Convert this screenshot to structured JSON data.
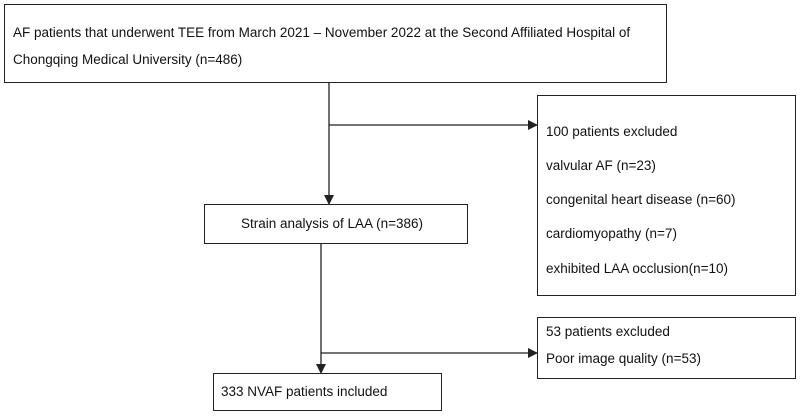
{
  "top_box": {
    "line1": "AF patients that underwent TEE from March 2021 – November 2022 at the Second Affiliated Hospital of",
    "line2": "Chongqing Medical University (n=486)"
  },
  "middle_box": {
    "text": "Strain analysis of LAA (n=386)"
  },
  "bottom_box": {
    "text": "333 NVAF patients included"
  },
  "exclusion_1": {
    "title": "100 patients excluded",
    "items": [
      "valvular AF (n=23)",
      "congenital heart disease (n=60)",
      "cardiomyopathy (n=7)",
      "exhibited LAA occlusion(n=10)"
    ]
  },
  "exclusion_2": {
    "title": "53 patients excluded",
    "items": [
      "Poor image quality (n=53)"
    ]
  }
}
